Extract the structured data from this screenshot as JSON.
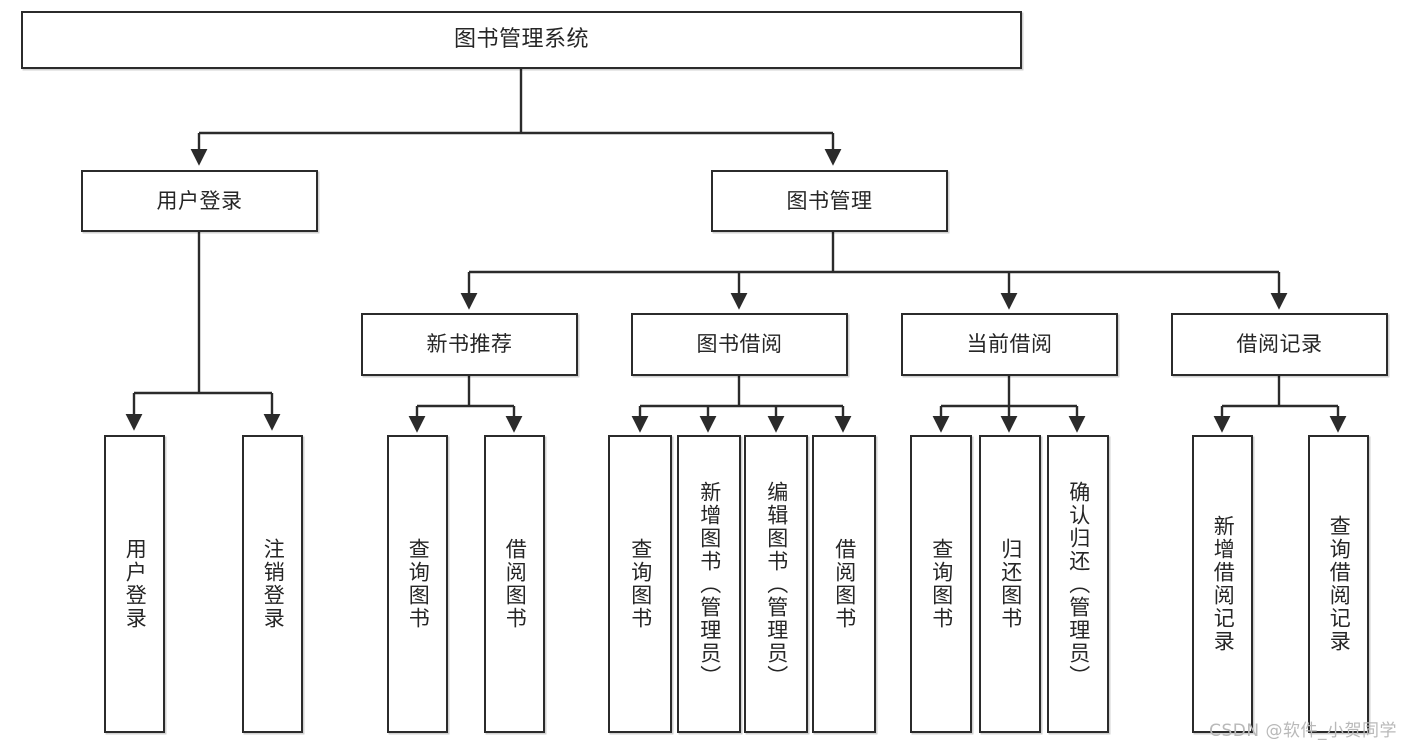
{
  "diagram": {
    "type": "tree",
    "title": "图书管理系统",
    "watermark": "CSDN @软件_小贺同学",
    "colors": {
      "box_border": "#2b2b2b",
      "box_fill": "#ffffff",
      "edge": "#2b2b2b",
      "text": "#262626",
      "watermark": "#b9b9b9"
    },
    "nodes": {
      "root": {
        "label": "图书管理系统"
      },
      "level2": [
        {
          "id": "user-login",
          "label": "用户登录"
        },
        {
          "id": "book-manage",
          "label": "图书管理"
        }
      ],
      "level3": [
        {
          "id": "new-book-recommend",
          "label": "新书推荐"
        },
        {
          "id": "book-borrow",
          "label": "图书借阅"
        },
        {
          "id": "current-borrow",
          "label": "当前借阅"
        },
        {
          "id": "borrow-record",
          "label": "借阅记录"
        }
      ],
      "leaves": {
        "user-login": [
          {
            "id": "leaf-user-login",
            "label": "用户登录"
          },
          {
            "id": "leaf-logout",
            "label": "注销登录"
          }
        ],
        "new-book-recommend": [
          {
            "id": "leaf-query-book-1",
            "label": "查询图书"
          },
          {
            "id": "leaf-borrow-book-1",
            "label": "借阅图书"
          }
        ],
        "book-borrow": [
          {
            "id": "leaf-query-book-2",
            "label": "查询图书"
          },
          {
            "id": "leaf-add-book",
            "label": "新增图书（管理员）"
          },
          {
            "id": "leaf-edit-book",
            "label": "编辑图书（管理员）"
          },
          {
            "id": "leaf-borrow-book-2",
            "label": "借阅图书"
          }
        ],
        "current-borrow": [
          {
            "id": "leaf-query-book-3",
            "label": "查询图书"
          },
          {
            "id": "leaf-return-book",
            "label": "归还图书"
          },
          {
            "id": "leaf-confirm-return",
            "label": "确认归还（管理员）"
          }
        ],
        "borrow-record": [
          {
            "id": "leaf-add-record",
            "label": "新增借阅记录"
          },
          {
            "id": "leaf-query-record",
            "label": "查询借阅记录"
          }
        ]
      }
    }
  }
}
